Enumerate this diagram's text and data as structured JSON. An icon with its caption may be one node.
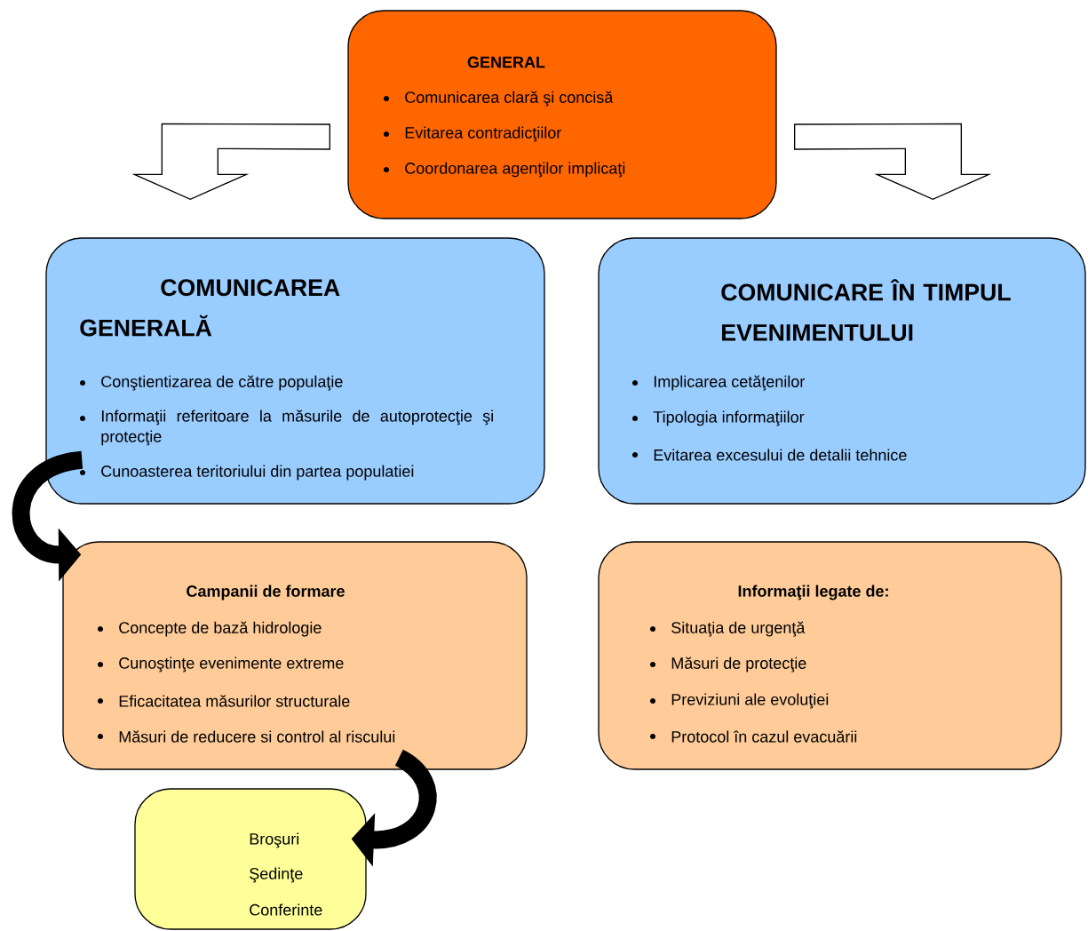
{
  "diagram": {
    "nodes": [
      {
        "text": [
          "GENERAL",
          "Comunicarea clară şi concisă",
          "Evitarea contradicţiilor",
          "Coordonarea agenţilor implicaţi"
        ]
      },
      {
        "text": [
          "COMUNICAREA GENERALĂ",
          "Conştientizarea de către populaţie",
          "Informaţii referitoare la măsurile de autoprotecţie şi protecţie",
          "Cunoasterea teritoriului din partea populatiei"
        ]
      },
      {
        "text": [
          "COMUNICARE ÎN TIMPUL EVENIMENTULUI",
          "Implicarea cetăţenilor",
          "Tipologia informaţiilor",
          "Evitarea excesului de detalii tehnice"
        ]
      },
      {
        "text": [
          "Campanii de formare",
          "Concepte de bază hidrologie",
          "Cunoştinţe evenimente extreme",
          "Eficacitatea măsurilor structurale",
          "Măsuri de reducere si control al riscului"
        ]
      },
      {
        "text": [
          "Informaţii legate de:",
          "Situaţia de urgenţă",
          "Măsuri de protecţie",
          "Previziuni ale evoluţiei",
          "Protocol în cazul evacuării"
        ]
      },
      {
        "text": [
          "Broşuri",
          "Şedinţe",
          "Conferinte"
        ]
      }
    ],
    "edges": [
      {
        "from": 0,
        "to": 1,
        "arrow": "to"
      },
      {
        "from": 0,
        "to": 2,
        "arrow": "to"
      },
      {
        "from": 1,
        "to": 3,
        "arrow": "to"
      },
      {
        "from": 3,
        "to": 5,
        "arrow": "to"
      }
    ]
  }
}
